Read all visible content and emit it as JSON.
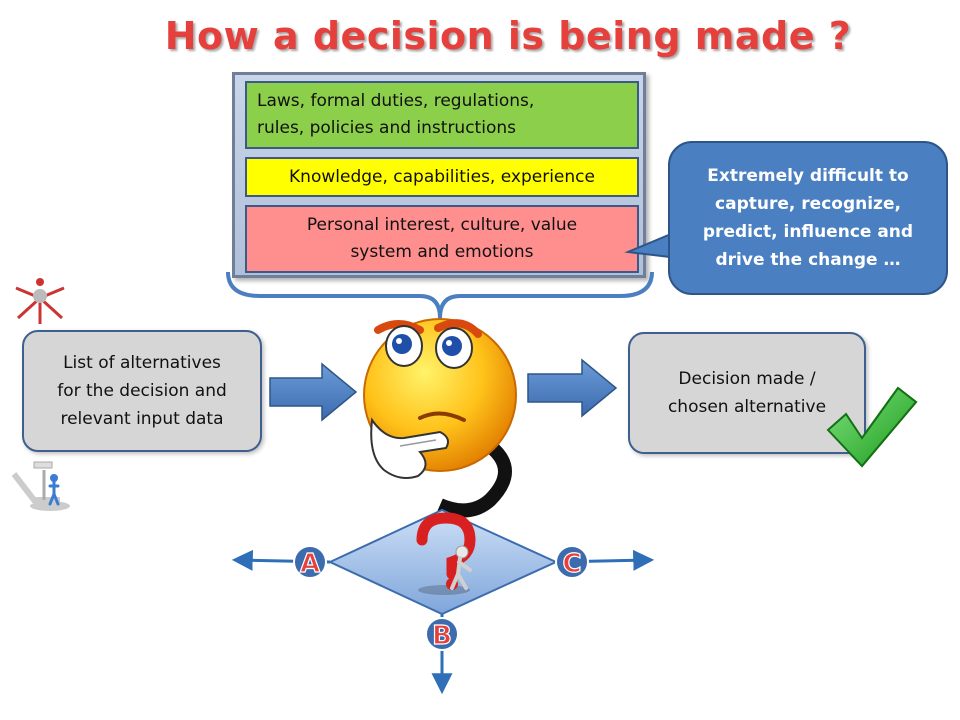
{
  "title": "How a decision is being made ?",
  "layers": {
    "laws": "Laws, formal duties, regulations,\nrules, policies and instructions",
    "knowledge": "Knowledge, capabilities, experience",
    "personal": "Personal interest, culture, value\nsystem and emotions"
  },
  "callout": "Extremely difficult to\ncapture, recognize,\npredict, influence and\ndrive the change …",
  "input_box": "List of alternatives\nfor the decision and\nrelevant input data",
  "output_box": "Decision made /\nchosen alternative",
  "options": {
    "a": "A",
    "b": "B",
    "c": "C"
  },
  "colors": {
    "title": "#e5403b",
    "laws_layer": "#8ccf4a",
    "knowledge_layer": "#ffff00",
    "personal_layer": "#ff8e8e",
    "callout": "#4a7fc1",
    "box_fill": "#d6d6d6",
    "arrow": "#4a7fc1",
    "checkmark": "#2db52d",
    "letter": "#e5403b"
  },
  "icons": [
    "thinking-emoji-icon",
    "question-mark-person-icon",
    "checkmark-icon",
    "crossroads-icon",
    "signpost-person-icon"
  ]
}
